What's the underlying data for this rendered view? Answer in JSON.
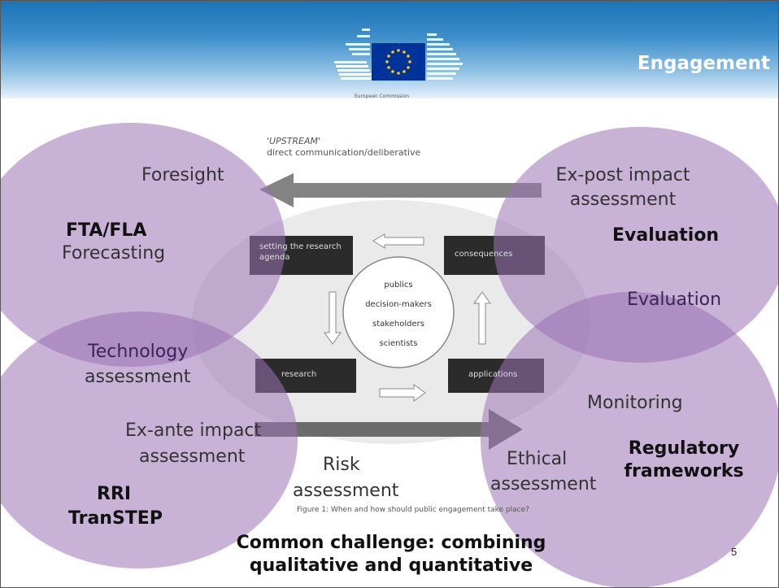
{
  "header": {
    "section_title": "Engagement",
    "logo_caption": "European Commission",
    "colors": {
      "band": "#1a73b4",
      "eu_flag": "#003399",
      "eu_stars": "#ffcc00"
    }
  },
  "diagram": {
    "upstream_title": "'UPSTREAM'",
    "upstream_subtitle": "direct communication/deliberative",
    "boxes": {
      "setting_agenda": "setting the research agenda",
      "consequences": "consequences",
      "research": "research",
      "applications": "applications"
    },
    "center": [
      "publics",
      "decision-makers",
      "stakeholders",
      "scientists"
    ],
    "figure_caption": "Figure 1: When and how should public engagement take place?"
  },
  "labels": {
    "foresight": "Foresight",
    "fta_fla": "FTA/FLA",
    "forecasting": "Forecasting",
    "expost_1": "Ex-post impact",
    "expost_2": "assessment",
    "evaluation_bold": "Evaluation",
    "evaluation": "Evaluation",
    "technology_1": "Technology",
    "technology_2": "assessment",
    "monitoring": "Monitoring",
    "exante_1": "Ex-ante impact",
    "exante_2": "assessment",
    "risk_1": "Risk",
    "risk_2": "assessment",
    "ethical_1": "Ethical",
    "ethical_2": "assessment",
    "regulatory_1": "Regulatory",
    "regulatory_2": "frameworks",
    "rri": "RRI",
    "transtep": "TranSTEP"
  },
  "footer": {
    "line1": "Common challenge: combining",
    "line2": "qualitative and quantitative",
    "slide_number": "5"
  }
}
